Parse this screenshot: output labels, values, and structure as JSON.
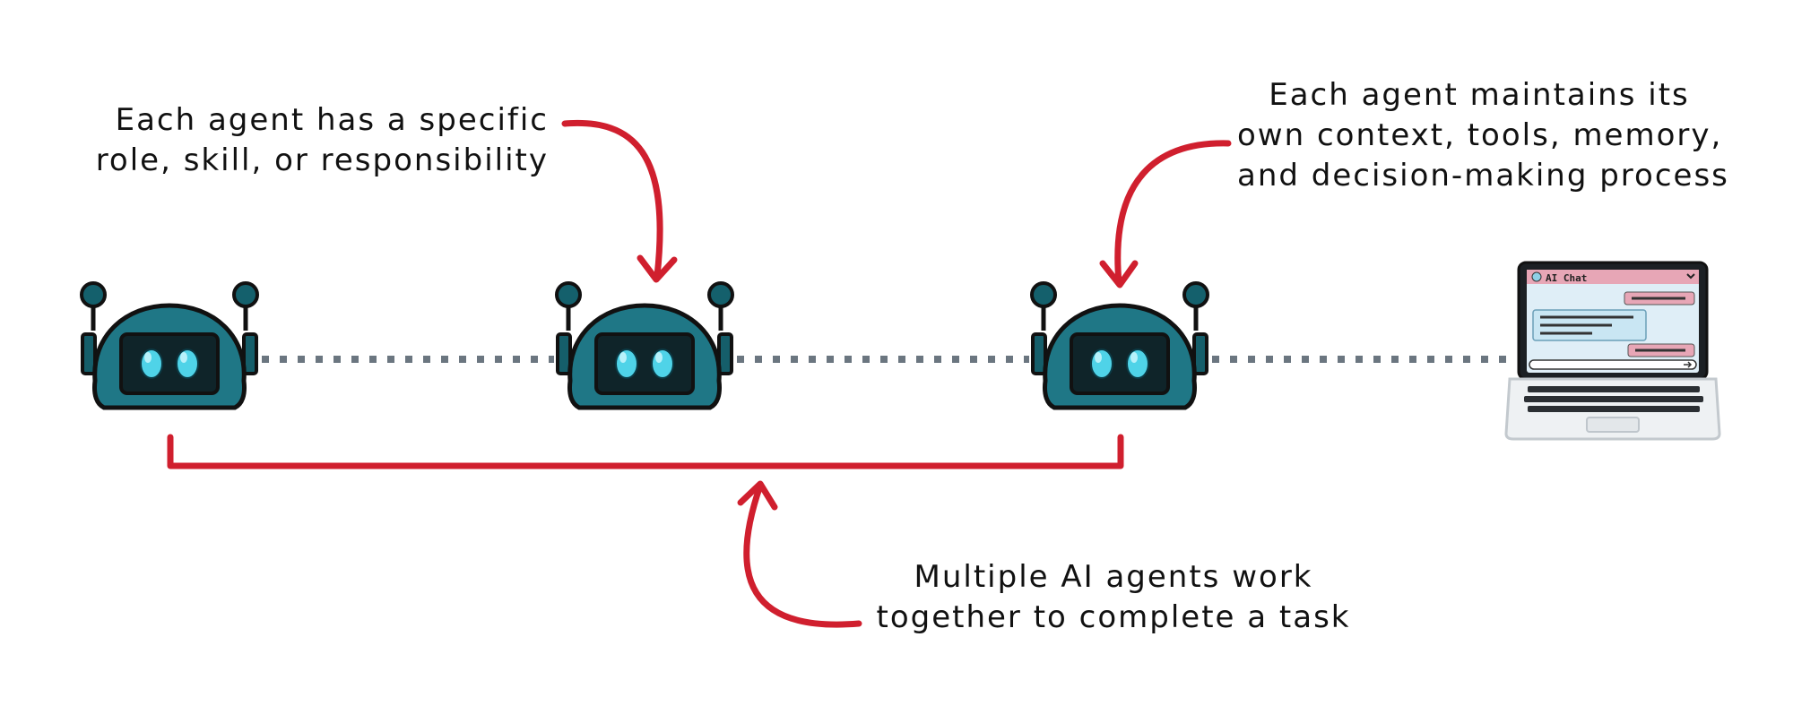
{
  "annotations": {
    "role": {
      "line1": "Each agent has a specific",
      "line2": "role, skill, or responsibility"
    },
    "context": {
      "line1": "Each agent maintains its",
      "line2": "own context, tools, memory,",
      "line3": "and decision-making process"
    },
    "multi": {
      "line1": "Multiple AI agents work",
      "line2": "together to complete a task"
    }
  },
  "laptop": {
    "window_title": "AI Chat"
  },
  "icons": {
    "agent": "robot-head-icon",
    "client": "laptop-icon",
    "chat_logo": "chat-bubble-icon",
    "dropdown": "chevron-down-icon"
  },
  "colors": {
    "arrow": "#d01f2e",
    "robot_body": "#1f7786",
    "robot_eye": "#4fd3e8",
    "connector": "#6b7680",
    "chat_header": "#e7a6b6",
    "chat_screen": "#dfeef7"
  }
}
